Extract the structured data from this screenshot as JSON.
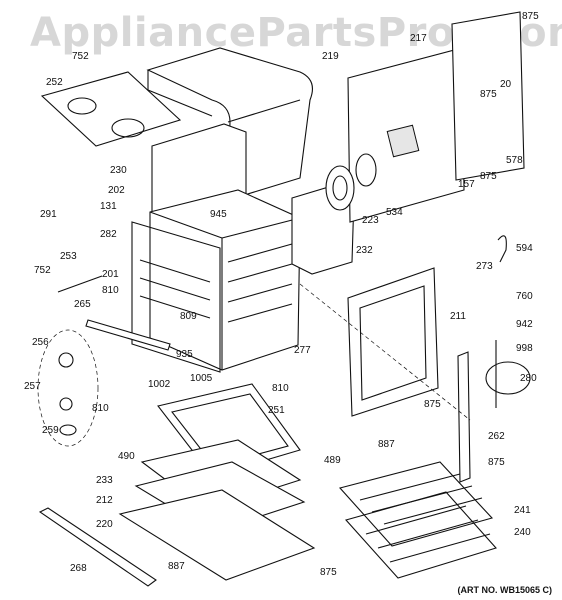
{
  "watermark": "AppliancePartsPros.com",
  "art_number": "(ART NO. WB15065 C)",
  "callouts": {
    "c752a": "752",
    "c252": "252",
    "c230": "230",
    "c202": "202",
    "c131": "131",
    "c291": "291",
    "c282": "282",
    "c945": "945",
    "c253": "253",
    "c752b": "752",
    "c201": "201",
    "c810a": "810",
    "c265": "265",
    "c809": "809",
    "c935": "935",
    "c256": "256",
    "c257": "257",
    "c810b": "810",
    "c259": "259",
    "c1002": "1002",
    "c1005": "1005",
    "c810c": "810",
    "c490": "490",
    "c251": "251",
    "c233": "233",
    "c212": "212",
    "c489": "489",
    "c220": "220",
    "c268": "268",
    "c887a": "887",
    "c875a": "875",
    "c217": "217",
    "c219": "219",
    "c875b": "875",
    "c20": "20",
    "c875c": "875",
    "c578": "578",
    "c157": "157",
    "c875d": "875",
    "c223": "223",
    "c534": "534",
    "c232": "232",
    "c277": "277",
    "c211": "211",
    "c594": "594",
    "c273": "273",
    "c760": "760",
    "c942": "942",
    "c998": "998",
    "c280": "280",
    "c875e": "875",
    "c887b": "887",
    "c262": "262",
    "c875f": "875",
    "c241": "241",
    "c240": "240"
  }
}
